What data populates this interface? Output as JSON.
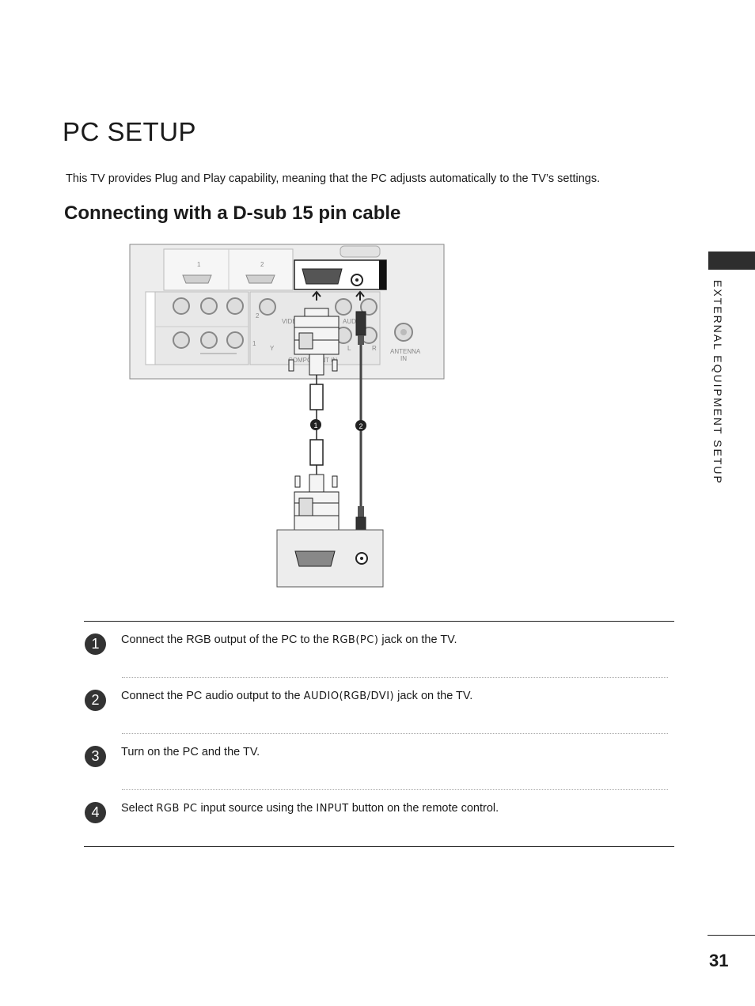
{
  "page": {
    "title": "PC SETUP",
    "intro": "This TV provides Plug and Play capability, meaning that the PC adjusts automatically to the TV’s settings.",
    "section_heading": "Connecting with a D-sub 15 pin cable",
    "side_label": "EXTERNAL EQUIPMENT SETUP",
    "page_number": "31"
  },
  "diagram": {
    "hdmi_labels": [
      "1",
      "2"
    ],
    "input_2_label": "2",
    "input_1_label": "1",
    "video_label": "VIDEO",
    "audio_label": "AUDIO",
    "y_label": "Y",
    "l_label": "L",
    "r_label": "R",
    "component_label": "COMPONENT IN",
    "antenna_line1": "ANTENNA",
    "antenna_line2": "IN",
    "cable1_label": "1",
    "cable2_label": "2"
  },
  "steps": [
    {
      "number": "1",
      "before": "Connect the RGB output of the PC to the ",
      "key": "RGB(PC)",
      "after": " jack on the TV."
    },
    {
      "number": "2",
      "before": "Connect the PC audio output to the ",
      "key": "AUDIO(RGB/DVI)",
      "after": " jack on the TV."
    },
    {
      "number": "3",
      "before": "Turn on the PC and the TV.",
      "key": "",
      "after": ""
    },
    {
      "number": "4",
      "before": "Select ",
      "key": "RGB PC",
      "middle": " input source using the ",
      "key2": "INPUT",
      "after": " button on the remote control."
    }
  ],
  "colors": {
    "text": "#1a1a1a",
    "tab": "#2e2e2e",
    "panel": "#ededed"
  }
}
